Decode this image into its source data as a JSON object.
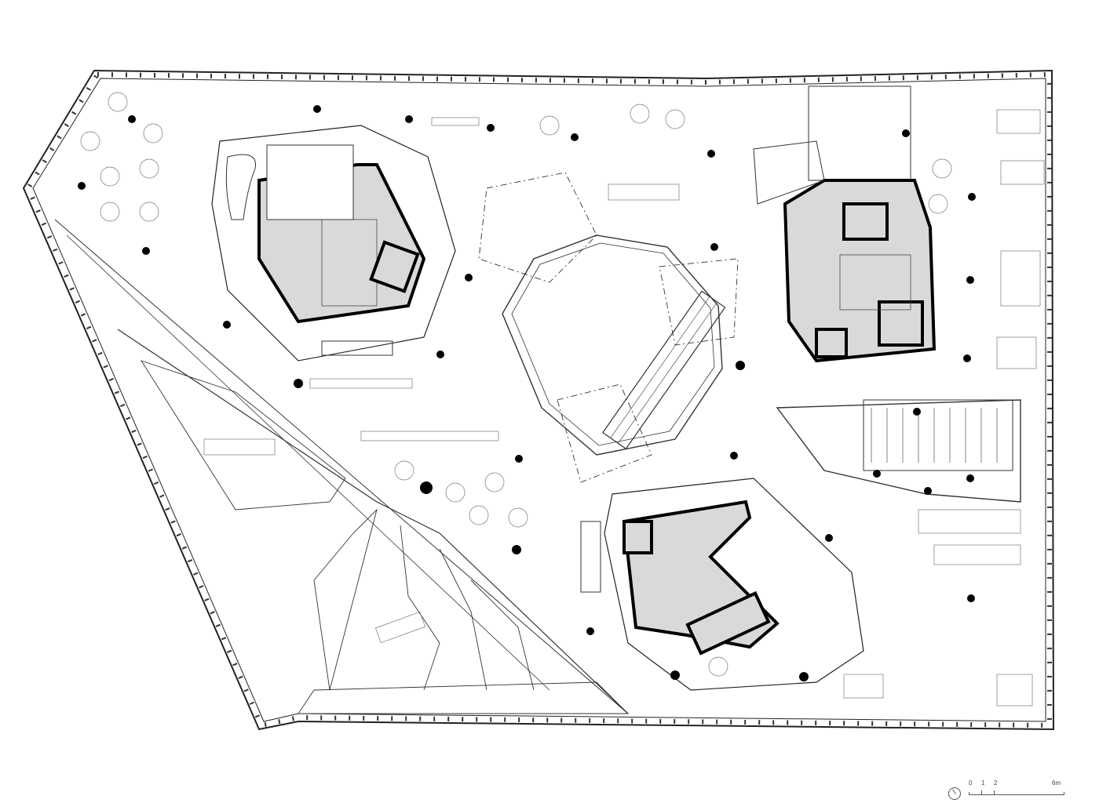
{
  "drawing": {
    "type": "floor-plan",
    "line_color": "#222222",
    "core_fill": "#d9d9d9",
    "column_color": "#000000"
  },
  "scale_bar": {
    "labels": [
      "0",
      "1",
      "2",
      "6m"
    ],
    "north_arrow_icon": "north-arrow-icon"
  }
}
